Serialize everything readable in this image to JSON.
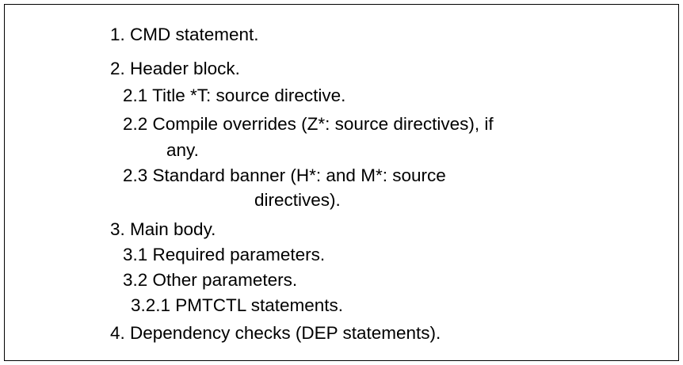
{
  "outline": {
    "items": [
      {
        "text": "1. CMD statement."
      },
      {
        "text": "2. Header block."
      },
      {
        "text": "2.1 Title *T: source directive."
      },
      {
        "text": "2.2 Compile overrides (Z*: source directives), if"
      },
      {
        "text": "any."
      },
      {
        "text": "2.3 Standard banner (H*: and M*: source"
      },
      {
        "text": "directives)."
      },
      {
        "text": "3. Main body."
      },
      {
        "text": "3.1 Required parameters."
      },
      {
        "text": "3.2 Other parameters."
      },
      {
        "text": "3.2.1 PMTCTL statements."
      },
      {
        "text": "4. Dependency checks (DEP statements)."
      }
    ]
  }
}
